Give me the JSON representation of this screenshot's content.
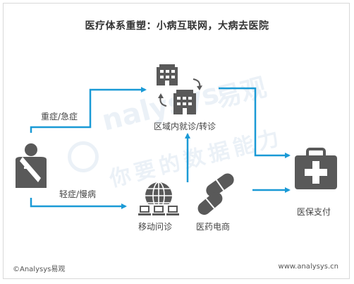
{
  "title": "医疗体系重塑：小病互联网，大病去医院",
  "labels": {
    "severe": "重症/急症",
    "mild": "轻症/慢病",
    "regional": "区域内就诊/转诊",
    "mobile": "移动问诊",
    "pharma": "医药电商",
    "payment": "医保支付"
  },
  "footer": {
    "left": "©Analysys易观",
    "right": "www.analysys.cn"
  },
  "watermark": {
    "brand": "nalysys",
    "brand_cn": "易观",
    "slogan": "你要的数据能力"
  },
  "colors": {
    "arrow": "#1a9ad6",
    "icon": "#595959"
  },
  "icons": [
    "patient-icon",
    "hospital-icon",
    "globe-computers-icon",
    "pills-icon",
    "medical-kit-icon"
  ]
}
